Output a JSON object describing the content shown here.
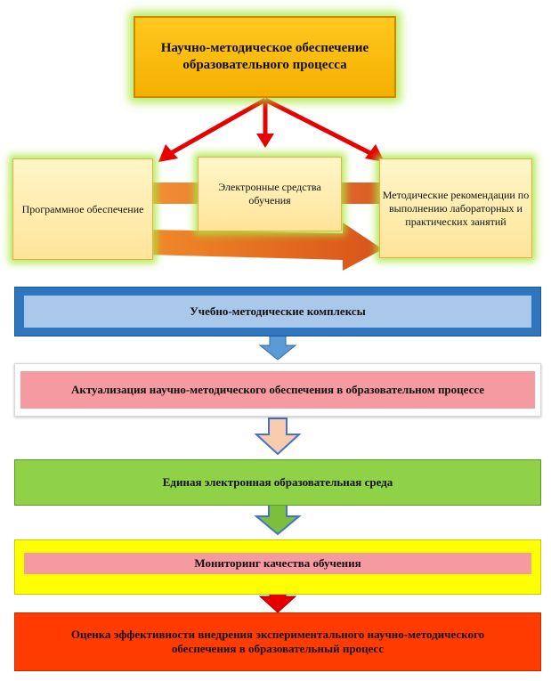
{
  "top_box": {
    "text": "Научно-методическое обеспечение образовательного процесса"
  },
  "mid_boxes": {
    "left": "Программное обеспечение",
    "center": "Электронные средства обучения",
    "right": "Методические рекомендации по выполнению лабораторных и практических занятий"
  },
  "bars": {
    "umk": "Учебно-методические комплексы",
    "actualization": "Актуализация  научно-методического обеспечения в образовательном процессе",
    "environment": "Единая электронная образовательная среда",
    "monitoring": "Мониторинг качества обучения",
    "evaluation": "Оценка эффективности внедрения экспериментального научно-методического обеспечения в образовательный процесс"
  },
  "colors": {
    "top": "#f5b000",
    "glow": "#aae63c",
    "red_arrow": "#e60000",
    "orange_arrow": "#e8701e",
    "umk_outer": "#2e77c0",
    "umk_inner": "#a9c8ea",
    "pink": "#f59aa0",
    "green": "#8fd147",
    "yellow": "#ffff00",
    "red_orange": "#ff3b00"
  }
}
